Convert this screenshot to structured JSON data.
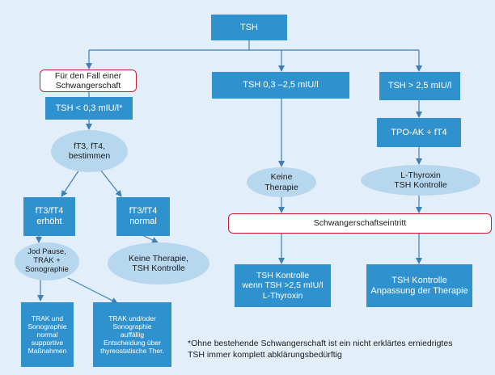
{
  "nodes": {
    "tsh": [
      "TSH"
    ],
    "pregnancy_case": [
      "Für den Fall einer",
      "Schwangerschaft"
    ],
    "tsh_low": [
      "TSH < 0,3 mIU/l*"
    ],
    "measure_ft": [
      "fT3, fT4,",
      "bestimmen"
    ],
    "ft_elevated": [
      "fT3/fT4",
      "erhöht"
    ],
    "ft_normal": [
      "fT3/fT4",
      "normal"
    ],
    "jod_pause": [
      "Jod Pause,",
      "TRAK  +",
      "Sonographie"
    ],
    "no_therapy_control": [
      "Keine Therapie,",
      "TSH Kontrolle"
    ],
    "trak_normal": [
      "TRAK und",
      "Sonographie",
      "normal",
      "supportive",
      "Maßnahmen"
    ],
    "trak_abnormal": [
      "TRAK und/oder",
      "Sonographie",
      "auffällig",
      "Entscheidung über",
      "thyreostatische Ther."
    ],
    "tsh_mid": [
      "TSH 0,3 –2,5 mIU/l"
    ],
    "keine_therapie": [
      "Keine",
      "Therapie"
    ],
    "tsh_high": [
      "TSH > 2,5 mIU/l"
    ],
    "tpo_ak": [
      "TPO-AK + fT4"
    ],
    "l_thyroxin": [
      "L-Thyroxin",
      "TSH Kontrolle"
    ],
    "pregnancy_onset": [
      "Schwangerschaftseintritt"
    ],
    "tsh_control_cond": [
      "TSH Kontrolle",
      "wenn TSH >2,5 mIU/l",
      "L-Thyroxin"
    ],
    "tsh_control_adjust": [
      "TSH Kontrolle",
      "Anpassung der Therapie"
    ]
  },
  "footnote": [
    "*Ohne bestehende Schwangerschaft ist ein nicht erklärtes erniedrigtes",
    "TSH immer komplett abklärungsbedürftig"
  ],
  "colors": {
    "background": "#e2eef9",
    "box_fill": "#2f92cf",
    "ellipse_fill": "#b7d7ee",
    "connector": "#3f7fb8",
    "highlight_border": "#c8202e"
  }
}
